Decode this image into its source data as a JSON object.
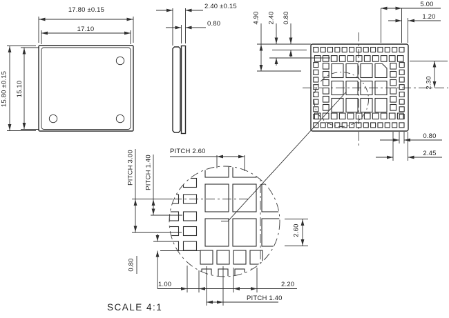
{
  "drawing": {
    "scale_note": "SCALE 4:1",
    "top_view": {
      "width_outer": "17.80 ±0.15",
      "width_inner": "17.10",
      "height_outer": "15.80 ±0.15",
      "height_inner": "15.10"
    },
    "side_view": {
      "total_thickness": "2.40 ±0.15",
      "board_thickness": "0.80"
    },
    "bottom_view": {
      "offset_490": "4.90",
      "offset_240": "2.40",
      "offset_080": "0.80",
      "dim_500": "5.00",
      "dim_120": "1.20",
      "dim_230": "2.30",
      "pad_width_080": "0.80",
      "dim_245": "2.45"
    },
    "detail_view": {
      "pitch_h": "PITCH 2.60",
      "pitch_v_300": "PITCH 3.00",
      "pitch_v_140": "PITCH 1.40",
      "pad_260": "2.60",
      "pad_080": "0.80",
      "dim_100": "1.00",
      "dim_220": "2.20",
      "pitch_bottom_140": "PITCH 1.40"
    }
  }
}
